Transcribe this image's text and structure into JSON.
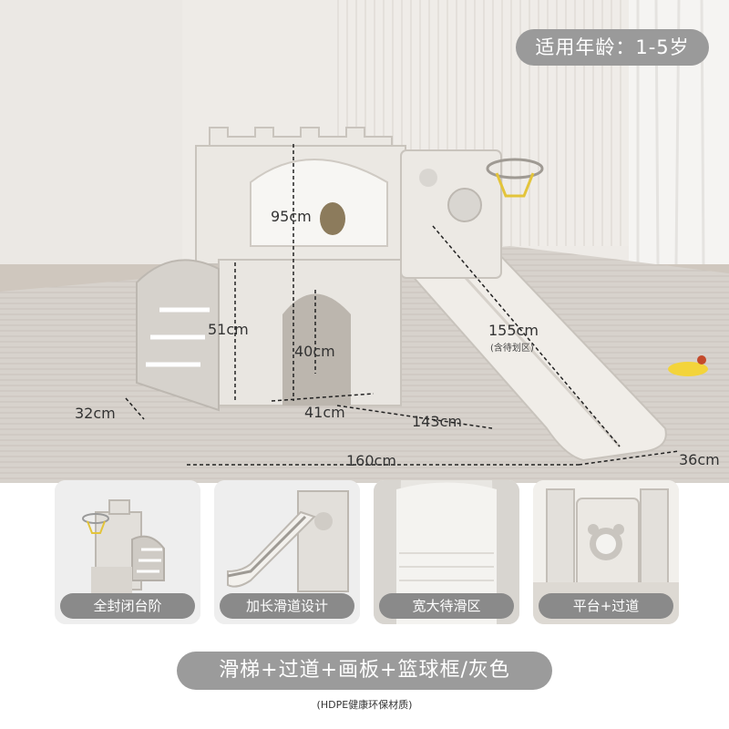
{
  "badge": {
    "age_range": "适用年龄：1-5岁"
  },
  "dimensions": {
    "height_total": "95cm",
    "platform_height": "51cm",
    "tunnel_height": "40cm",
    "tunnel_width": "41cm",
    "stair_width": "32cm",
    "slide_length": "155cm",
    "slide_note": "(含待划区)",
    "slide_run": "143cm",
    "total_length": "160cm",
    "slide_width": "36cm"
  },
  "features": [
    {
      "label": "全封闭台阶",
      "icon": "enclosed-stairs-photo"
    },
    {
      "label": "加长滑道设计",
      "icon": "extended-slide-photo"
    },
    {
      "label": "宽大待滑区",
      "icon": "wide-waiting-area-photo"
    },
    {
      "label": "平台+过道",
      "icon": "platform-passage-photo"
    }
  ],
  "product_title": "滑梯+过道+画板+篮球框/灰色",
  "material_note": "(HDPE健康环保材质)",
  "colors": {
    "badge_bg": "#9a9a9a",
    "label_bg": "#8a8a8a",
    "title_bg": "#9b9b9b",
    "product": "#ece9e4"
  }
}
